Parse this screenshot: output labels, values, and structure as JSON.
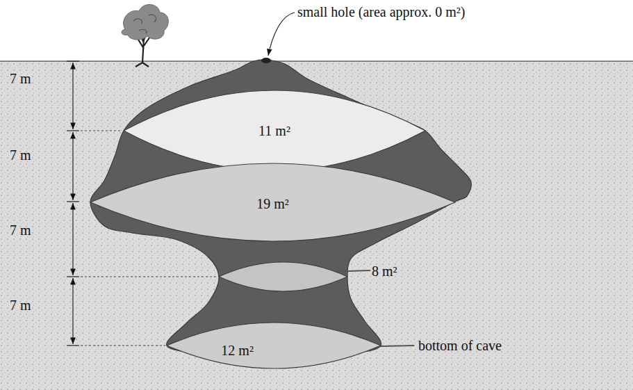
{
  "diagram": {
    "nodes": [
      {
        "text": [
          "11 m²"
        ]
      },
      {
        "text": [
          "19 m²"
        ]
      },
      {
        "text": [
          "8 m²"
        ]
      },
      {
        "text": [
          "12 m²"
        ]
      }
    ],
    "labels": [
      "small hole (area approx. 0 m²)",
      "7 m",
      "7 m",
      "7 m",
      "7 m",
      "bottom of cave"
    ]
  }
}
